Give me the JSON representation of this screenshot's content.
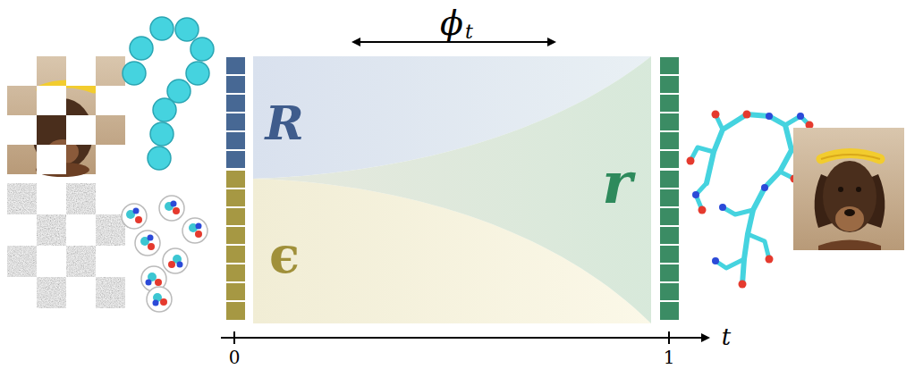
{
  "diagram": {
    "labels": [
      "ϕ",
      "t",
      "R",
      "ϵ",
      "r",
      "0",
      "1",
      "t"
    ]
  }
}
